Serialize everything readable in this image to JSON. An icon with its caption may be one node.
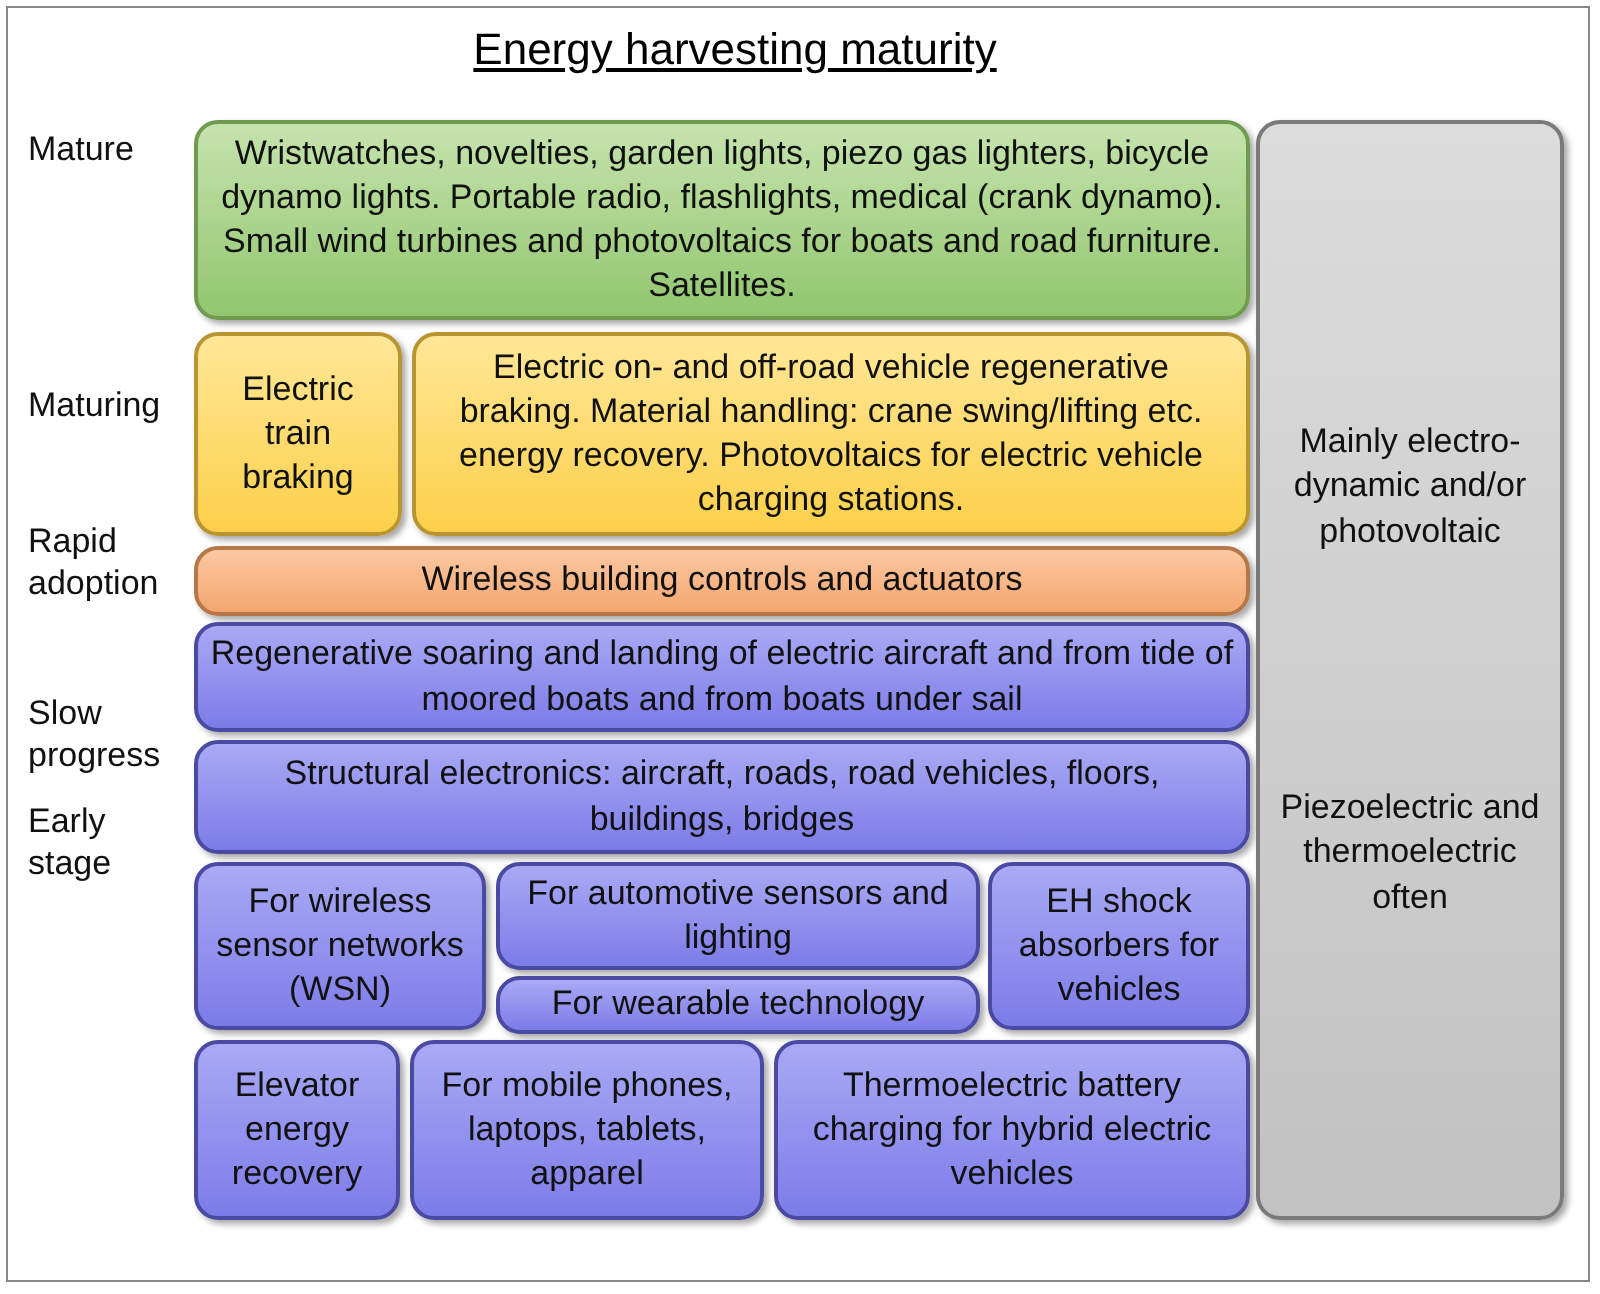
{
  "diagram": {
    "title": "Energy harvesting maturity",
    "nodes": [
      {
        "text": [
          "Wristwatches, novelties, garden lights, piezo gas lighters, bicycle dynamo lights. Portable radio, flashlights, medical (crank dynamo). Small wind turbines and photovoltaics for boats and road furniture. Satellites."
        ]
      },
      {
        "text": [
          "Electric train braking"
        ]
      },
      {
        "text": [
          "Electric on- and off-road vehicle regenerative braking. Material handling: crane swing/lifting etc. energy recovery. Photovoltaics for electric vehicle charging stations."
        ]
      },
      {
        "text": [
          "Wireless building controls and actuators"
        ]
      },
      {
        "text": [
          "Regenerative soaring and landing of electric aircraft and from tide of moored boats and from boats under sail"
        ]
      },
      {
        "text": [
          "Structural electronics: aircraft, roads, road vehicles, floors, buildings, bridges"
        ]
      },
      {
        "text": [
          "For wireless sensor networks (WSN)"
        ]
      },
      {
        "text": [
          "For automotive sensors and lighting"
        ]
      },
      {
        "text": [
          "For wearable technology"
        ]
      },
      {
        "text": [
          "EH shock absorbers for vehicles"
        ]
      },
      {
        "text": [
          "Elevator energy recovery"
        ]
      },
      {
        "text": [
          "For mobile phones, laptops, tablets, apparel"
        ]
      },
      {
        "text": [
          "Thermoelectric battery charging for hybrid electric vehicles"
        ]
      },
      {
        "text": [
          "Mainly electro-dynamic and/or photovoltaic",
          "Piezoelectric and thermoelectric often"
        ]
      }
    ],
    "labels": [
      "Mature",
      "Maturing",
      "Rapid adoption",
      "Slow progress",
      "Early stage"
    ]
  }
}
